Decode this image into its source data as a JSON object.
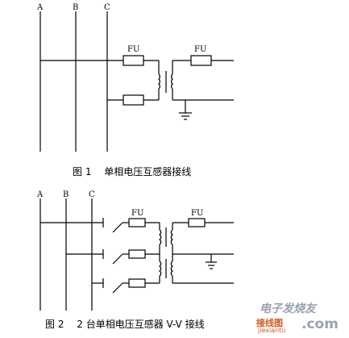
{
  "diagram1": {
    "bus_labels": [
      "A",
      "B",
      "C"
    ],
    "fuse_label_primary": "FU",
    "fuse_label_secondary": "FU",
    "caption_figure": "图 1",
    "caption_text": "单相电压互感器接线"
  },
  "diagram2": {
    "bus_labels": [
      "A",
      "B",
      "C"
    ],
    "fuse_label_primary": "FU",
    "fuse_label_secondary": "FU",
    "caption_figure": "图 2",
    "caption_text": "2 台单相电压互感器 V-V 接线"
  },
  "watermark": {
    "brand": "电子发烧友",
    "site_cn": "接线图",
    "domain": "jiexiantu",
    "tld": ".com",
    "colors": {
      "brand": "#9aa2ad",
      "accent": "#d05a1e"
    }
  }
}
